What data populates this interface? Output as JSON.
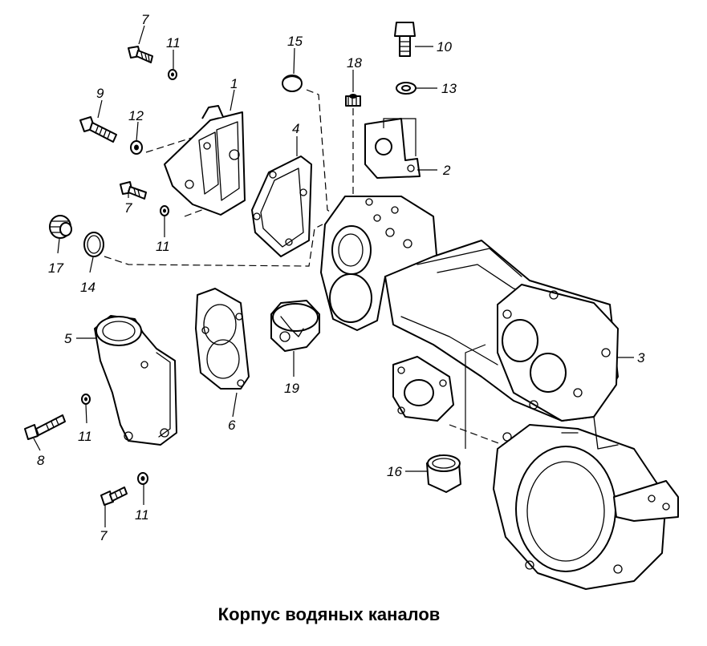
{
  "caption": "Корпус водяных каналов",
  "callouts": [
    {
      "id": "c7a",
      "text": "7"
    },
    {
      "id": "c11a",
      "text": "11"
    },
    {
      "id": "c1",
      "text": "1"
    },
    {
      "id": "c9",
      "text": "9"
    },
    {
      "id": "c12",
      "text": "12"
    },
    {
      "id": "c7b",
      "text": "7"
    },
    {
      "id": "c11b",
      "text": "11"
    },
    {
      "id": "c15",
      "text": "15"
    },
    {
      "id": "c18",
      "text": "18"
    },
    {
      "id": "c10",
      "text": "10"
    },
    {
      "id": "c13",
      "text": "13"
    },
    {
      "id": "c2",
      "text": "2"
    },
    {
      "id": "c4",
      "text": "4"
    },
    {
      "id": "c17",
      "text": "17"
    },
    {
      "id": "c14",
      "text": "14"
    },
    {
      "id": "c5",
      "text": "5"
    },
    {
      "id": "c3",
      "text": "3"
    },
    {
      "id": "c19",
      "text": "19"
    },
    {
      "id": "c6",
      "text": "6"
    },
    {
      "id": "c11c",
      "text": "11"
    },
    {
      "id": "c8",
      "text": "8"
    },
    {
      "id": "c16",
      "text": "16"
    },
    {
      "id": "c11d",
      "text": "11"
    },
    {
      "id": "c7c",
      "text": "7"
    }
  ]
}
